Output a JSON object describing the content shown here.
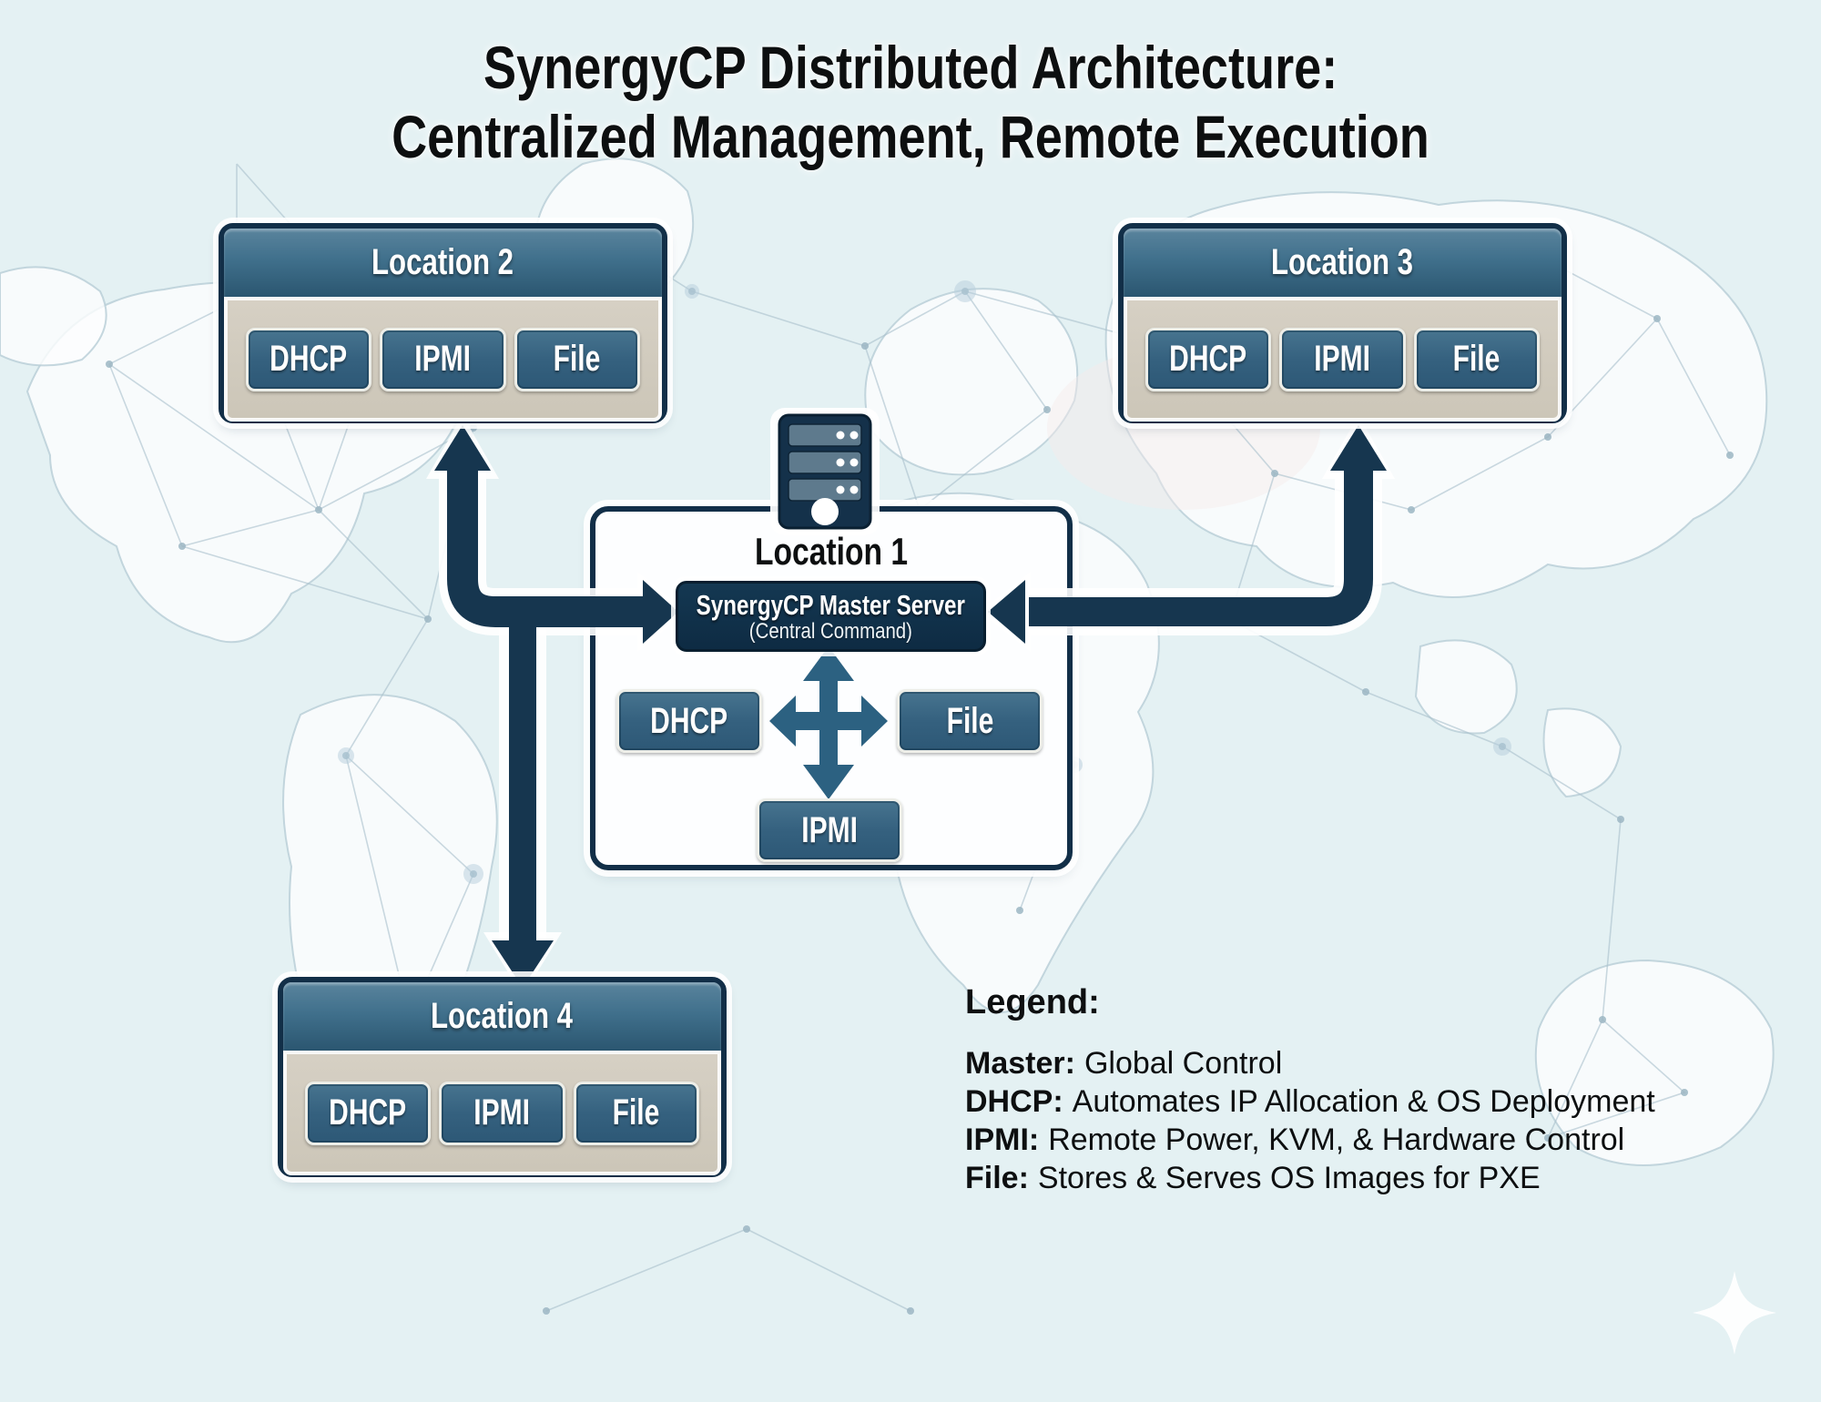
{
  "title": {
    "line1": "SynergyCP Distributed Architecture:",
    "line2": "Centralized Management, Remote Execution"
  },
  "cards": {
    "loc2": {
      "title": "Location 2",
      "services": [
        "DHCP",
        "IPMI",
        "File"
      ]
    },
    "loc3": {
      "title": "Location 3",
      "services": [
        "DHCP",
        "IPMI",
        "File"
      ]
    },
    "loc4": {
      "title": "Location 4",
      "services": [
        "DHCP",
        "IPMI",
        "File"
      ]
    }
  },
  "center": {
    "title": "Location 1",
    "master_title": "SynergyCP Master Server",
    "master_subtitle": "(Central Command)",
    "services": {
      "dhcp": "DHCP",
      "file": "File",
      "ipmi": "IPMI"
    }
  },
  "legend": {
    "heading": "Legend:",
    "items": [
      {
        "term": "Master:",
        "desc": "Global Control"
      },
      {
        "term": "DHCP:",
        "desc": "Automates IP Allocation & OS Deployment"
      },
      {
        "term": "IPMI:",
        "desc": "Remote Power, KVM, & Hardware Control"
      },
      {
        "term": "File:",
        "desc": "Stores & Serves OS Images for PXE"
      }
    ]
  },
  "icons": {
    "server": "server-icon",
    "cross_arrows": "cross-arrows-icon",
    "sparkle": "sparkle-icon"
  },
  "connections": [
    {
      "from": "Location 1",
      "to": "Location 2",
      "bidirectional": true
    },
    {
      "from": "Location 1",
      "to": "Location 3",
      "bidirectional": true
    },
    {
      "from": "Location 1",
      "to": "Location 4",
      "bidirectional": true
    }
  ],
  "colors": {
    "background": "#e4f1f3",
    "arrow_navy": "#16364f",
    "header_teal": "#40708c",
    "chip_teal": "#35617f",
    "card_body_beige": "#d3cdc0",
    "master_navy": "#0e2b43",
    "cross_teal": "#2c6181",
    "text": "#0d0f10"
  }
}
